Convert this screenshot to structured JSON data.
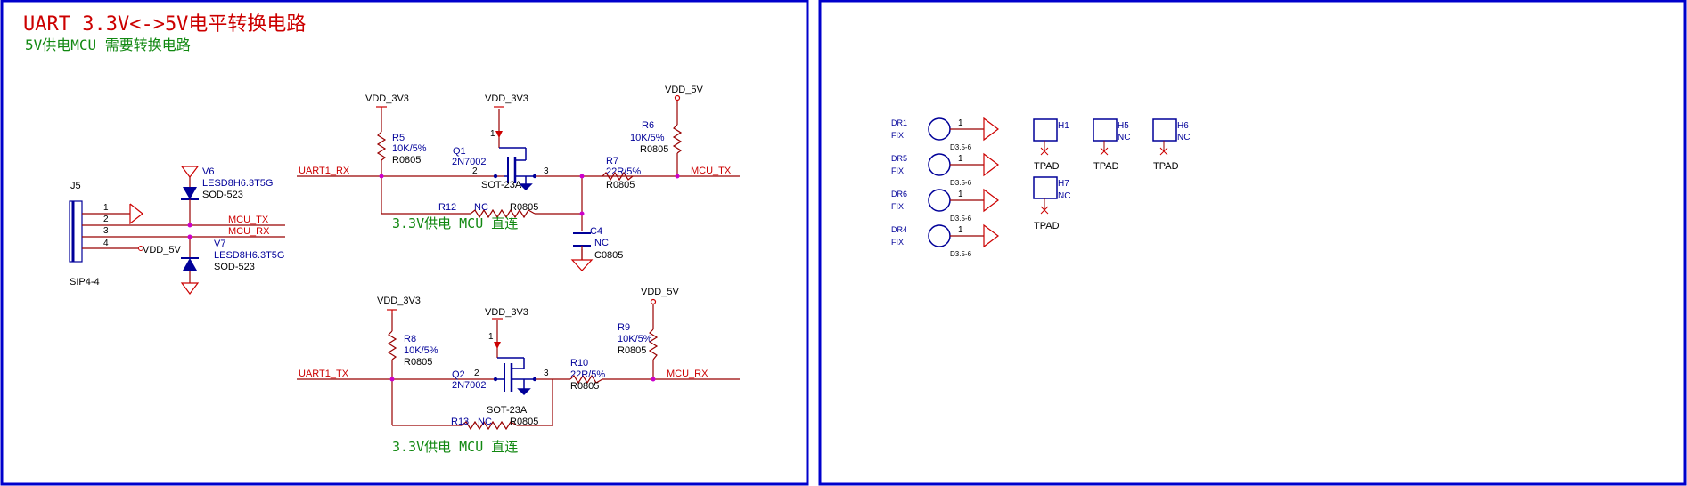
{
  "colors": {
    "border": "#0000cc",
    "net": "#cc0000",
    "wire": "#990000",
    "part": "#000099",
    "note": "#118811",
    "pin": "#000000",
    "junction": "#cc00cc"
  },
  "left_panel": {
    "title": "UART 3.3V<->5V电平转换电路",
    "subtitle": "5V供电MCU 需要转换电路",
    "notes": {
      "direct1": "3.3V供电 MCU 直连",
      "direct2": "3.3V供电 MCU 直连"
    },
    "connector": {
      "ref": "J5",
      "footprint": "SIP4-4",
      "pins": [
        "1",
        "2",
        "3",
        "4"
      ],
      "pin4_net": "VDD_5V"
    },
    "nets": {
      "mcu_tx": "MCU_TX",
      "mcu_rx": "MCU_RX",
      "uart1_rx": "UART1_RX",
      "uart1_tx": "UART1_TX",
      "vdd_3v3": "VDD_3V3",
      "vdd_5v": "VDD_5V"
    },
    "tvs": {
      "v6": {
        "ref": "V6",
        "part": "LESD8H6.3T5G",
        "pkg": "SOD-523"
      },
      "v7": {
        "ref": "V7",
        "part": "LESD8H6.3T5G",
        "pkg": "SOD-523"
      }
    },
    "resistors": {
      "r5": {
        "ref": "R5",
        "value": "10K/5%",
        "pkg": "R0805"
      },
      "r6": {
        "ref": "R6",
        "value": "10K/5%",
        "pkg": "R0805"
      },
      "r7": {
        "ref": "R7",
        "value": "22R/5%",
        "pkg": "R0805"
      },
      "r8": {
        "ref": "R8",
        "value": "10K/5%",
        "pkg": "R0805"
      },
      "r9": {
        "ref": "R9",
        "value": "10K/5%",
        "pkg": "R0805"
      },
      "r10": {
        "ref": "R10",
        "value": "22R/5%",
        "pkg": "R0805"
      },
      "r12": {
        "ref": "R12",
        "value": "NC",
        "pkg": "R0805"
      },
      "r13": {
        "ref": "R13",
        "value": "NC",
        "pkg": "R0805"
      }
    },
    "capacitor": {
      "ref": "C4",
      "value": "NC",
      "pkg": "C0805"
    },
    "mosfets": {
      "q1": {
        "ref": "Q1",
        "part": "2N7002",
        "pkg": "SOT-23A",
        "pins": [
          "1",
          "2",
          "3"
        ]
      },
      "q2": {
        "ref": "Q2",
        "part": "2N7002",
        "pkg": "SOT-23A",
        "pins": [
          "1",
          "2",
          "3"
        ]
      }
    }
  },
  "right_panel": {
    "fiducials": [
      {
        "ref": "DR1",
        "type": "FIX",
        "pin": "1",
        "pkg": "D3.5-6"
      },
      {
        "ref": "DR5",
        "type": "FIX",
        "pin": "1",
        "pkg": "D3.5-6"
      },
      {
        "ref": "DR6",
        "type": "FIX",
        "pin": "1",
        "pkg": "D3.5-6"
      },
      {
        "ref": "DR4",
        "type": "FIX",
        "pin": "1",
        "pkg": "D3.5-6"
      }
    ],
    "testpads": [
      {
        "ref": "H1",
        "value": "",
        "pkg": "TPAD"
      },
      {
        "ref": "H5",
        "value": "NC",
        "pkg": "TPAD"
      },
      {
        "ref": "H6",
        "value": "NC",
        "pkg": "TPAD"
      },
      {
        "ref": "H7",
        "value": "NC",
        "pkg": "TPAD"
      }
    ]
  }
}
